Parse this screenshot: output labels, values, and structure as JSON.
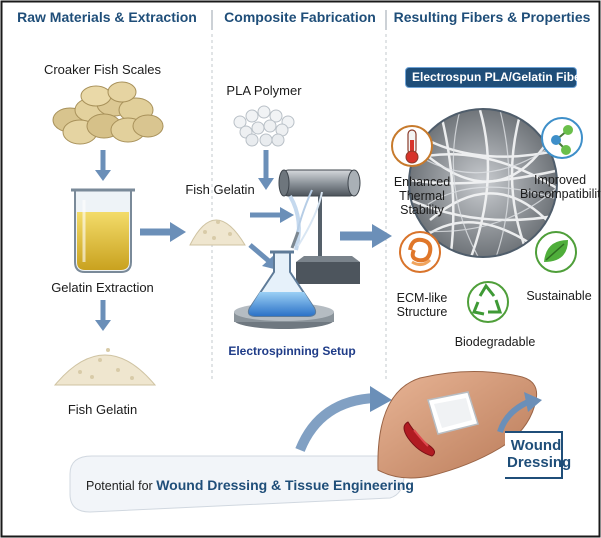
{
  "headers": {
    "col1": "Raw Materials & Extraction",
    "col2": "Composite Fabrication",
    "col3": "Resulting Fibers & Properties"
  },
  "left": {
    "scales_label": "Croaker Fish Scales",
    "extraction_label": "Gelatin Extraction",
    "gelatin_label": "Fish Gelatin"
  },
  "middle": {
    "pla_label": "PLA Polymer",
    "gelatin_label": "Fish Gelatin",
    "setup_label": "Electrospinning Setup"
  },
  "right": {
    "fibers_title": "Electrospun PLA/Gelatin Fibers",
    "thermal": "Enhanced Thermal Stability",
    "biocompat": "Improved Biocompatibility",
    "ecm": "ECM-like Structure",
    "sustainable": "Sustainable",
    "biodegradable": "Biodegradable"
  },
  "bottom": {
    "potential_prefix": "Potential for",
    "potential_highlight": "Wound Dressing & Tissue Engineering",
    "wound_dressing": "Wound Dressing"
  },
  "icons": [
    "thermometer-icon",
    "molecule-icon",
    "spiral-tissue-icon",
    "leaf-icon",
    "recycle-icon"
  ],
  "colors": {
    "header_text": "#1f4e79",
    "arrow": "#6b8fb8",
    "fiber_title_bg": "#1f4e79"
  }
}
